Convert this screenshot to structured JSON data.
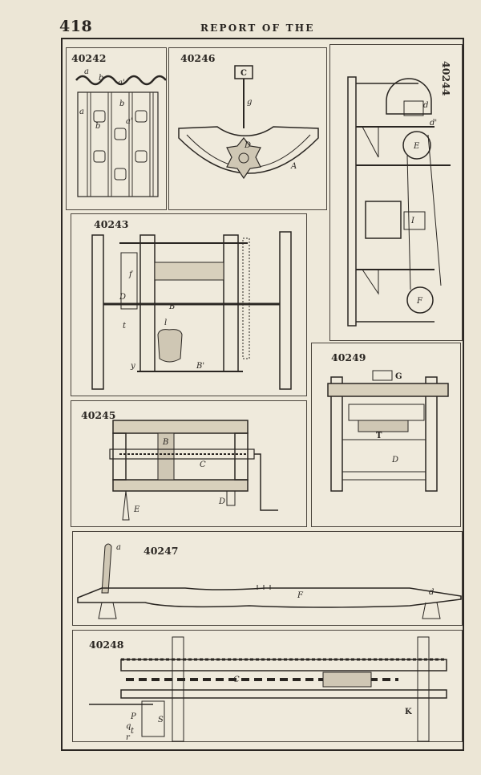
{
  "header": {
    "page_number": "418",
    "running_head": "REPORT OF THE"
  },
  "figures": [
    {
      "id": "fig-40242",
      "number": "40242",
      "letters": [
        "a",
        "b",
        "a'",
        "a",
        "b",
        "a'",
        "b"
      ]
    },
    {
      "id": "fig-40246",
      "number": "40246",
      "letters": [
        "C",
        "g",
        "D",
        "A"
      ]
    },
    {
      "id": "fig-40244",
      "number": "40244",
      "letters": [
        "d",
        "d'",
        "E",
        "I",
        "F"
      ]
    },
    {
      "id": "fig-40243",
      "number": "40243",
      "letters": [
        "f",
        "D",
        "B",
        "t",
        "l",
        "y",
        "B'"
      ]
    },
    {
      "id": "fig-40249",
      "number": "40249",
      "letters": [
        "G",
        "T",
        "D"
      ]
    },
    {
      "id": "fig-40245",
      "number": "40245",
      "letters": [
        "B",
        "C",
        "E",
        "D"
      ]
    },
    {
      "id": "fig-40247",
      "number": "40247",
      "letters": [
        "a",
        "F",
        "d"
      ]
    },
    {
      "id": "fig-40248",
      "number": "40248",
      "letters": [
        "C",
        "P",
        "q",
        "S",
        "t",
        "r",
        "K"
      ]
    }
  ]
}
